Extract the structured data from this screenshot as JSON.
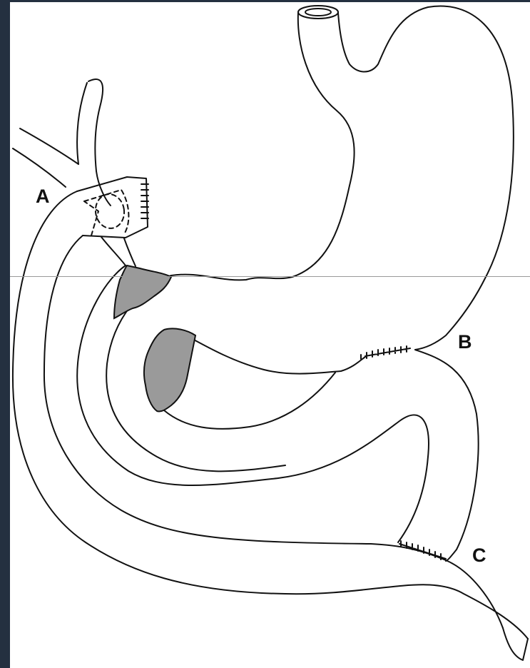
{
  "labels": {
    "a": "A",
    "b": "B",
    "c": "C"
  },
  "colors": {
    "frame": "#243040",
    "outline": "#111111",
    "shaded": "#9a9a9a",
    "guide_line": "#9a9a9a",
    "background": "#ffffff"
  }
}
